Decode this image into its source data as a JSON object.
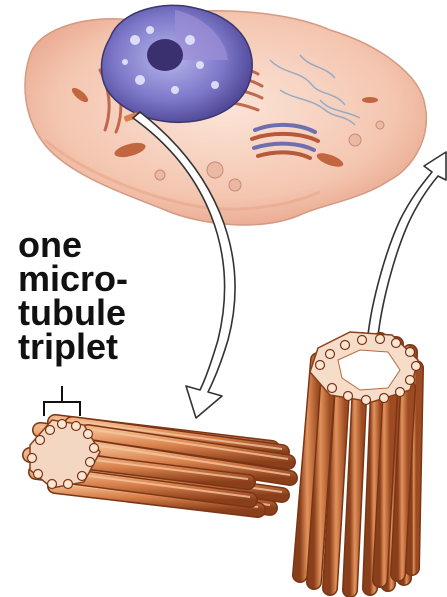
{
  "label": {
    "lines": [
      "one",
      "micro-",
      "tubule",
      "triplet"
    ]
  },
  "colors": {
    "cell_membrane": "#f2c0a8",
    "nucleus": "#7d78c9",
    "tubule": "#d9824d",
    "tubule_dark": "#9c4b22",
    "er": "#b8563a",
    "text": "#111111"
  },
  "icons": {
    "cell": "animal-cell-illustration",
    "nucleus": "nucleus-illustration",
    "centriole_side": "centriole-side-view",
    "centriole_upright": "centriole-upright-view",
    "arrow_down": "curved-arrow-down",
    "arrow_up": "curved-arrow-up"
  }
}
